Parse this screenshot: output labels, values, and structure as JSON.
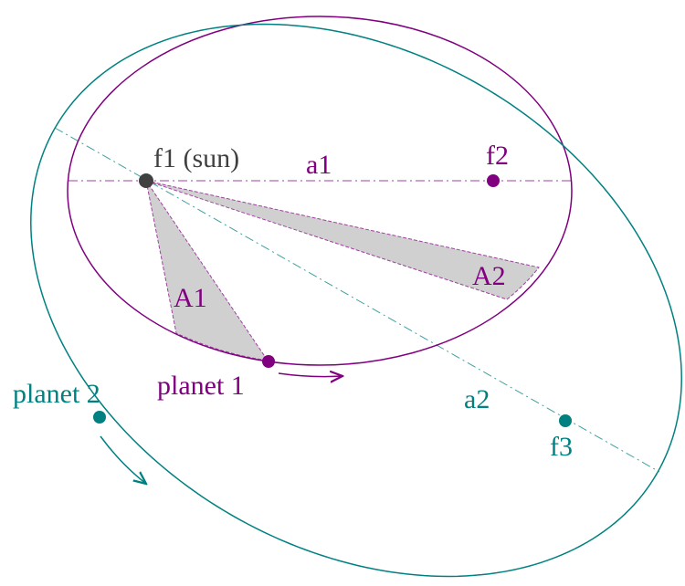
{
  "labels": {
    "sun": "f1 (sun)",
    "f2": "f2",
    "f3": "f3",
    "a1": "a1",
    "a2": "a2",
    "A1": "A1",
    "A2": "A2",
    "planet1": "planet 1",
    "planet2": "planet 2"
  },
  "colors": {
    "purple": "#800080",
    "teal": "#008080",
    "sun": "#404040",
    "area_fill": "#d0d0d0"
  }
}
